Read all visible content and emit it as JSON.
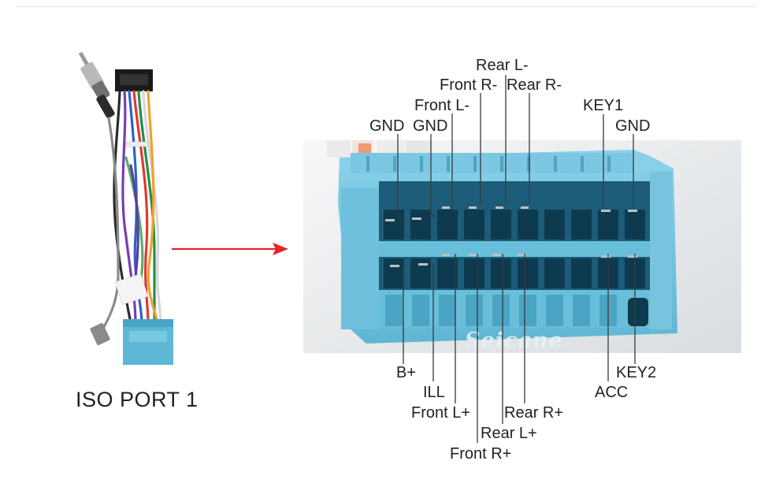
{
  "port_label": "ISO PORT 1",
  "watermark": "Seicane",
  "colors": {
    "connector_blue": "#69bfd9",
    "connector_dark": "#14506b",
    "arrow_red": "#e8232a",
    "leader": "#3a3a3a"
  },
  "pins_top": {
    "rear_l_minus": "Rear L-",
    "front_r_minus": "Front R-",
    "rear_r_minus": "Rear R-",
    "front_l_minus": "Front L-",
    "key1": "KEY1",
    "gnd_1": "GND",
    "gnd_2": "GND",
    "gnd_3": "GND"
  },
  "pins_bottom": {
    "b_plus": "B+",
    "key2": "KEY2",
    "ill": "ILL",
    "acc": "ACC",
    "front_l_plus": "Front L+",
    "rear_r_plus": "Rear R+",
    "rear_l_plus": "Rear L+",
    "front_r_plus": "Front R+"
  }
}
